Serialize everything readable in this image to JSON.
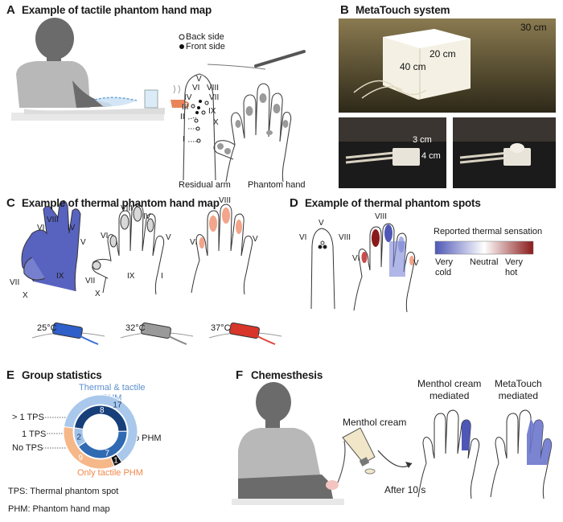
{
  "panels": {
    "A": {
      "letter": "A",
      "title": "Example of tactile phantom hand map",
      "legend_back": "Back side",
      "legend_front": "Front side",
      "numerals": [
        "I",
        "II",
        "III",
        "IV",
        "V",
        "VI",
        "VII",
        "VIII",
        "IX",
        "X"
      ],
      "caption_arm": "Residual arm",
      "caption_hand": "Phantom hand"
    },
    "B": {
      "letter": "B",
      "title": "MetaTouch system",
      "dims": [
        "30 cm",
        "20 cm",
        "40 cm"
      ],
      "probe_dims": [
        "3 cm",
        "4 cm"
      ]
    },
    "C": {
      "letter": "C",
      "title": "Example of thermal phantom hand map",
      "temps": [
        "25°C",
        "32°C",
        "37°C"
      ]
    },
    "D": {
      "letter": "D",
      "title": "Example of thermal phantom spots",
      "scale_title": "Reported thermal sensation",
      "scale_left": "Very\ncold",
      "scale_mid": "Neutral",
      "scale_right": "Very\nhot",
      "numerals": [
        "V",
        "VI",
        "VIII",
        "VIII",
        "VI",
        "V"
      ]
    },
    "E": {
      "letter": "E",
      "title": "Group statistics",
      "outer_top": "Thermal & tactile\nPHM",
      "outer_bottom": "Only tactile PHM",
      "no_phm": "No PHM",
      "gt1": "> 1 TPS",
      "one": "1 TPS",
      "none": "No TPS",
      "def_tps": "TPS: Thermal phantom spot",
      "def_phm": "PHM: Phantom hand map"
    },
    "F": {
      "letter": "F",
      "title": "Chemesthesis",
      "cream": "Menthol cream",
      "after": "After 10 s",
      "hand1": "Menthol cream\nmediated",
      "hand2": "MetaTouch\nmediated"
    }
  },
  "colors": {
    "cold_dark": "#4e57b6",
    "cold_light": "#a8b0e4",
    "hot": "#8b1a1a",
    "warm_light": "#f2a58a",
    "outer_blue": "#a9c8ec",
    "outer_orange": "#f6b789",
    "inner_dark": "#173f7a",
    "inner_mid": "#2f6ab3",
    "inner_light": "#9fc2e8"
  },
  "chart_data": {
    "type": "pie",
    "title": "Group statistics",
    "outer_ring": [
      {
        "name": "Thermal & tactile PHM",
        "value": 17
      },
      {
        "name": "Only tactile PHM",
        "value": 9
      },
      {
        "name": "No PHM",
        "value": 1
      }
    ],
    "inner_ring": [
      {
        "name": "> 1 TPS",
        "value": 8
      },
      {
        "name": "1 TPS",
        "value": 7
      },
      {
        "name": "No TPS",
        "value": 2
      }
    ]
  }
}
